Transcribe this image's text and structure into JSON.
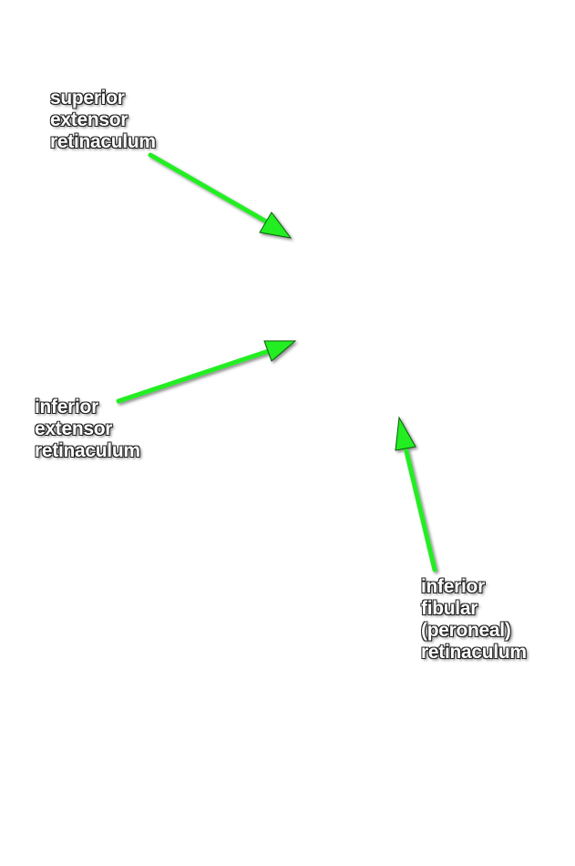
{
  "labels": {
    "superior_extensor": [
      "superior",
      "extensor",
      "retinaculum"
    ],
    "inferior_extensor": [
      "inferior",
      "extensor",
      "retinaculum"
    ],
    "inferior_fibular": [
      "inferior",
      "fibular",
      "(peroneal)",
      "retinaculum"
    ]
  },
  "colors": {
    "arrow": "#22ee22",
    "arrow_outline": "#0a5c0a",
    "label_text": "#ffffff",
    "label_outline": "#222222",
    "background": "#ffffff"
  }
}
